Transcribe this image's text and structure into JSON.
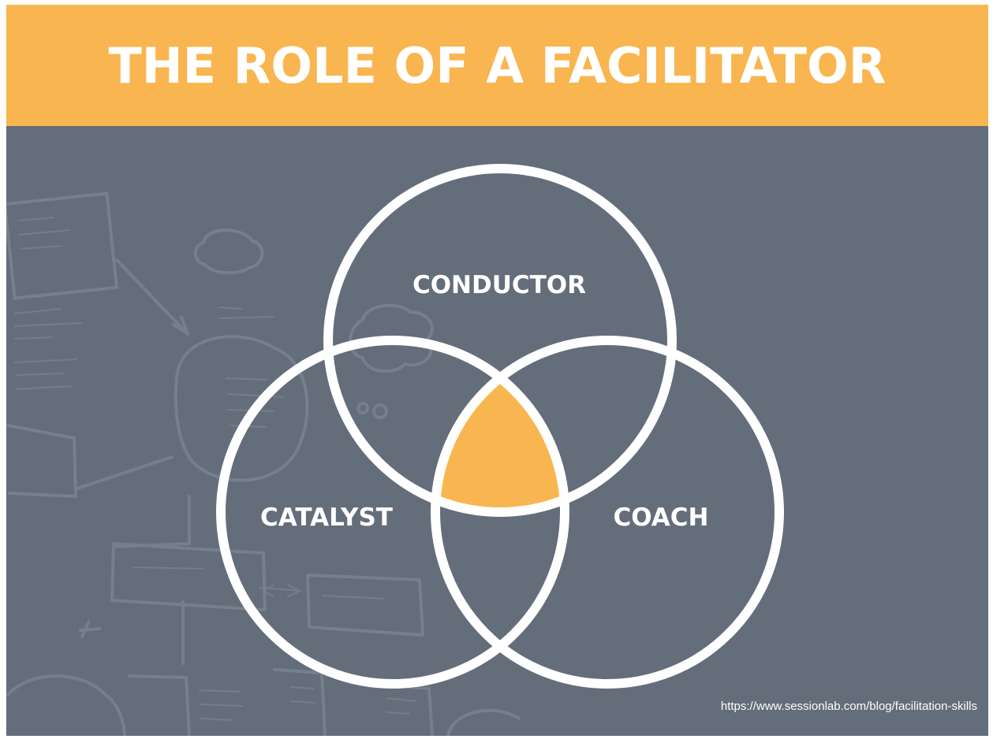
{
  "title": "THE ROLE OF A FACILITATOR",
  "diagram": {
    "type": "venn",
    "circles": [
      {
        "label": "CONDUCTOR"
      },
      {
        "label": "CATALYST"
      },
      {
        "label": "COACH"
      }
    ],
    "center_fill_color": "#f9b54f"
  },
  "source_url": "https://www.sessionlab.com/blog/facilitation-skills",
  "colors": {
    "banner": "#f9b54f",
    "background": "#646d7a",
    "circle_stroke": "#ffffff",
    "text": "#ffffff"
  }
}
